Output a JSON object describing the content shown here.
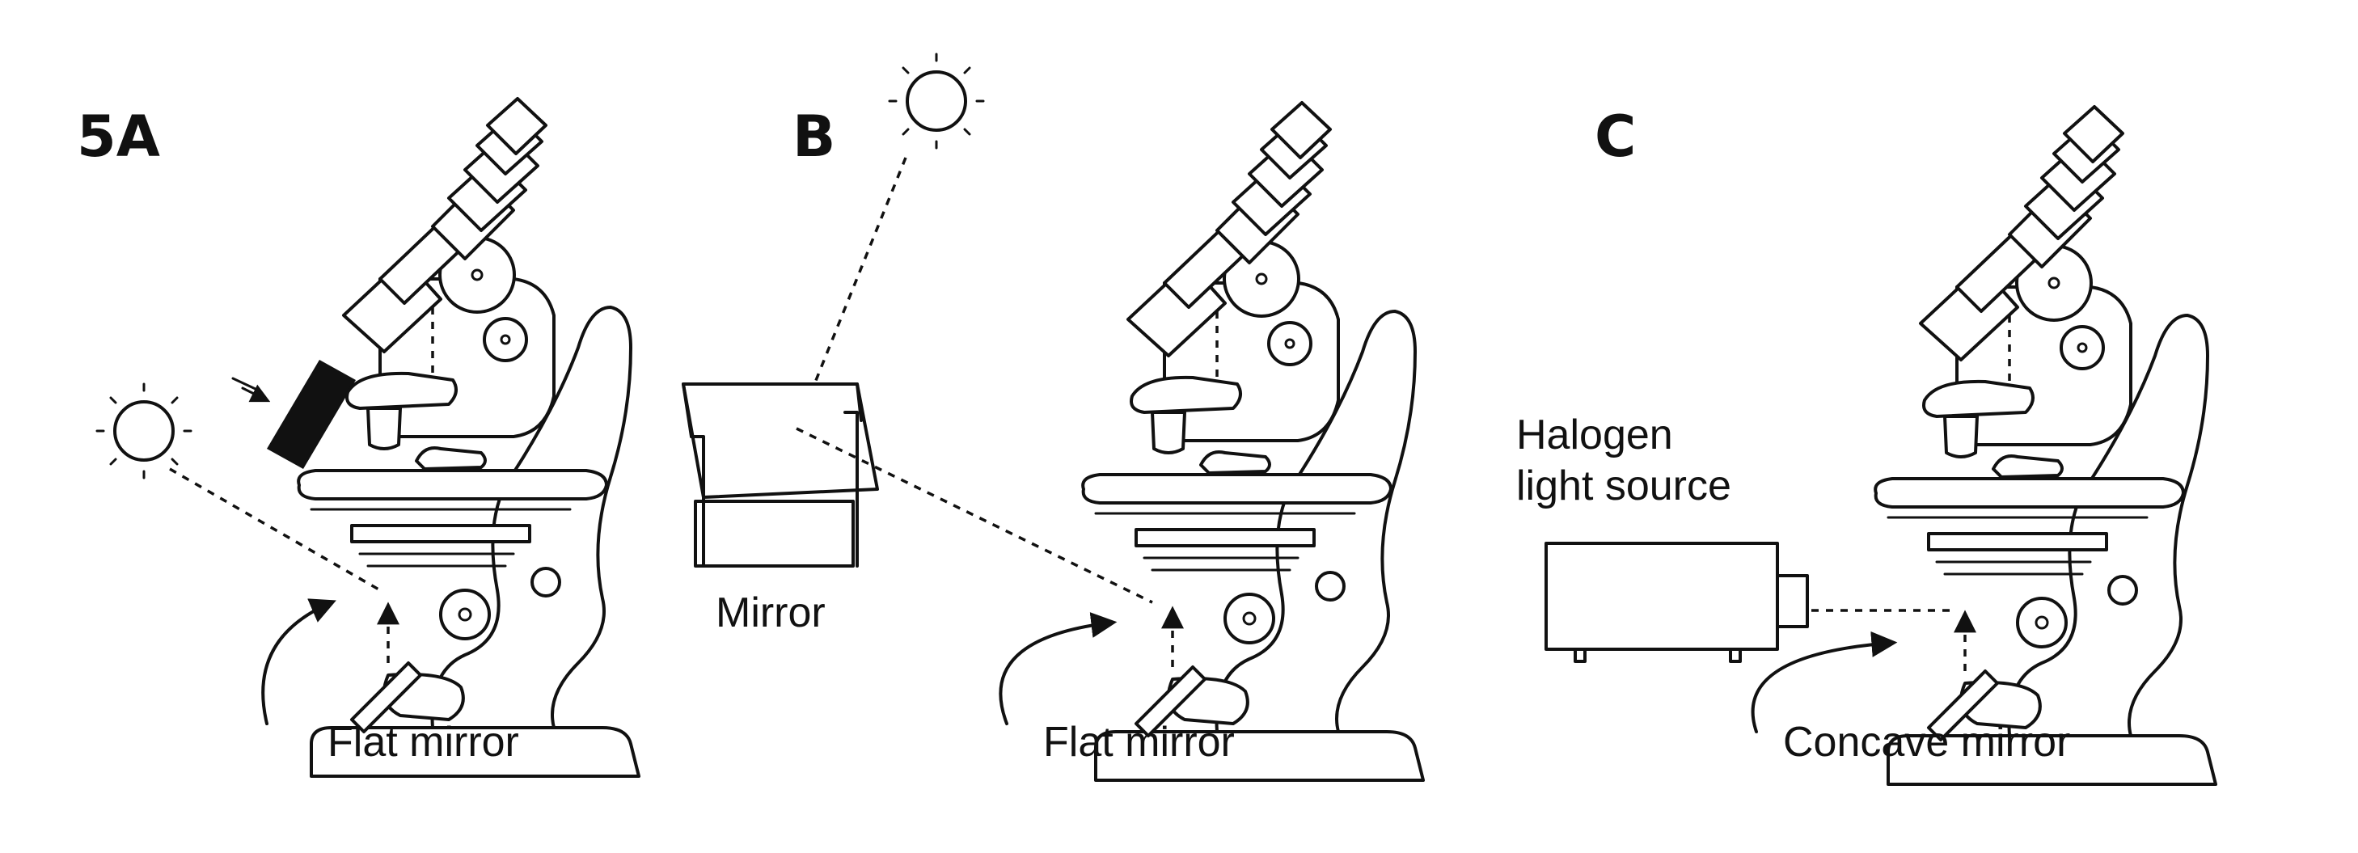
{
  "panels": [
    {
      "label": "5A",
      "caption": "Flat mirror"
    },
    {
      "label": "B",
      "caption": "Flat mirror",
      "object_label": "Mirror"
    },
    {
      "label": "C",
      "caption": "Concave mirror",
      "object_label_line1": "Halogen",
      "object_label_line2": "light source"
    }
  ]
}
